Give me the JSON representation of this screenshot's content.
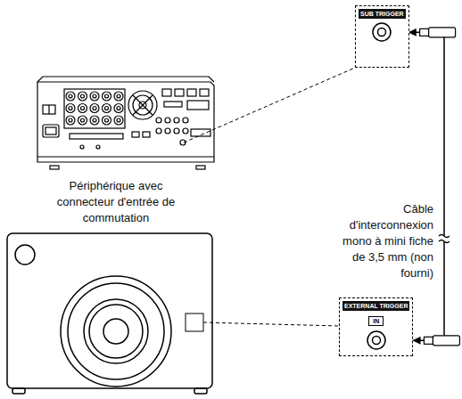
{
  "diagram": {
    "nodes": [
      {
        "text": [
          "SUB TRIGGER"
        ]
      },
      {
        "text": [
          "EXTERNAL TRIGGER",
          "IN"
        ]
      }
    ],
    "edges": [
      {
        "from": 0,
        "to": 1,
        "arrow": "both",
        "label": "Câble d'interconnexion mono à mini fiche de 3,5 mm (non fourni)"
      }
    ],
    "labels": [
      "Périphérique avec connecteur d'entrée de commutation"
    ]
  }
}
